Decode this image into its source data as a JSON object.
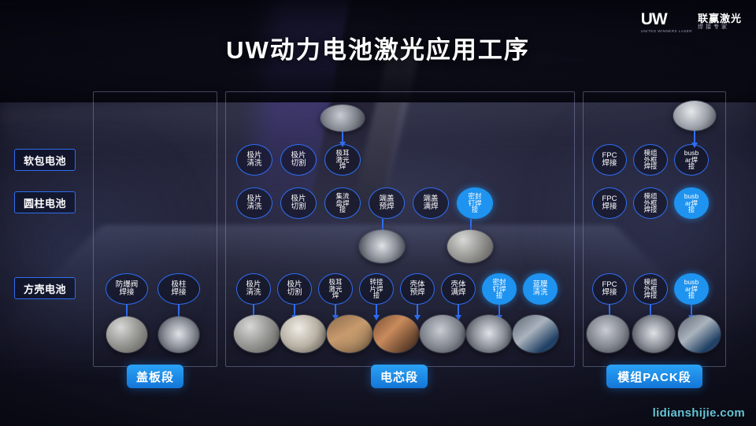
{
  "header": {
    "title": "UW动力电池激光应用工序",
    "logo_mark": "UW",
    "logo_mark_sub": "UNITED WINNERS LASER",
    "logo_cn": "联赢激光",
    "logo_cn_sub": "焊接专家"
  },
  "colors": {
    "accent_border": "#2f6df0",
    "highlight_fill": "#1e93f0",
    "stage_label": "#1d8ce8",
    "watermark": "#6fd3e6"
  },
  "categories": [
    {
      "label": "软包电池"
    },
    {
      "label": "圆柱电池"
    },
    {
      "label": "方壳电池"
    }
  ],
  "stages": [
    {
      "label": "盖板段"
    },
    {
      "label": "电芯段"
    },
    {
      "label": "模组PACK段"
    }
  ],
  "watermark": "lidianshijie.com",
  "rows": {
    "pouch": {
      "cover": [],
      "cell": [
        {
          "lines": [
            "极片",
            "清洗"
          ],
          "highlight": false
        },
        {
          "lines": [
            "极片",
            "切割"
          ],
          "highlight": false
        },
        {
          "lines": [
            "极耳",
            "激光",
            "焊"
          ],
          "highlight": false
        }
      ],
      "pack": [
        {
          "lines": [
            "FPC",
            "焊接"
          ],
          "highlight": false
        },
        {
          "lines": [
            "模组",
            "外框",
            "焊接"
          ],
          "highlight": false
        },
        {
          "lines": [
            "busb",
            "ar焊",
            "接"
          ],
          "highlight": false
        }
      ]
    },
    "cylindrical": {
      "cover": [],
      "cell": [
        {
          "lines": [
            "极片",
            "清洗"
          ],
          "highlight": false
        },
        {
          "lines": [
            "极片",
            "切割"
          ],
          "highlight": false
        },
        {
          "lines": [
            "集流",
            "盘焊",
            "接"
          ],
          "highlight": false
        },
        {
          "lines": [
            "端盖",
            "预焊"
          ],
          "highlight": false
        },
        {
          "lines": [
            "端盖",
            "满焊"
          ],
          "highlight": false
        },
        {
          "lines": [
            "密封",
            "钉焊",
            "接"
          ],
          "highlight": true
        }
      ],
      "pack": [
        {
          "lines": [
            "FPC",
            "焊接"
          ],
          "highlight": false
        },
        {
          "lines": [
            "模组",
            "外框",
            "焊接"
          ],
          "highlight": false
        },
        {
          "lines": [
            "busb",
            "ar焊",
            "接"
          ],
          "highlight": true
        }
      ]
    },
    "prismatic": {
      "cover": [
        {
          "lines": [
            "防爆阀",
            "焊接"
          ],
          "highlight": false
        },
        {
          "lines": [
            "极柱",
            "焊接"
          ],
          "highlight": false
        }
      ],
      "cell": [
        {
          "lines": [
            "极片",
            "清洗"
          ],
          "highlight": false
        },
        {
          "lines": [
            "极片",
            "切割"
          ],
          "highlight": false
        },
        {
          "lines": [
            "极耳",
            "激光",
            "焊"
          ],
          "highlight": false
        },
        {
          "lines": [
            "转接",
            "片焊",
            "接"
          ],
          "highlight": false
        },
        {
          "lines": [
            "壳体",
            "预焊"
          ],
          "highlight": false
        },
        {
          "lines": [
            "壳体",
            "满焊"
          ],
          "highlight": false
        },
        {
          "lines": [
            "密封",
            "钉焊",
            "接"
          ],
          "highlight": true
        },
        {
          "lines": [
            "蓝膜",
            "清洗"
          ],
          "highlight": true
        }
      ],
      "pack": [
        {
          "lines": [
            "FPC",
            "焊接"
          ],
          "highlight": false
        },
        {
          "lines": [
            "模组",
            "外框",
            "焊接"
          ],
          "highlight": false
        },
        {
          "lines": [
            "busb",
            "ar焊",
            "接"
          ],
          "highlight": true
        }
      ]
    }
  },
  "samples": {
    "pouch_cell_top": "welded-tab-stack-photo",
    "cylindrical_cell_a": "cylindrical-cell-top-photo",
    "cylindrical_cell_b": "cylindrical-cell-cap-photo",
    "pouch_pack": "pack-busbar-photo",
    "cover_a": "burst-valve-weld-photo",
    "cover_b": "terminal-post-weld-photo",
    "cell_row_photos": [
      "electrode-sheet-photo",
      "tab-weld-photo",
      "adapter-plate-weld-photo",
      "case-prewelding-photo",
      "case-full-weld-photo",
      "sealing-pin-photo",
      "blue-film-clean-photo"
    ],
    "pack_row_photos": [
      "fpc-weld-photo",
      "frame-weld-photo",
      "busbar-weld-photo"
    ]
  }
}
